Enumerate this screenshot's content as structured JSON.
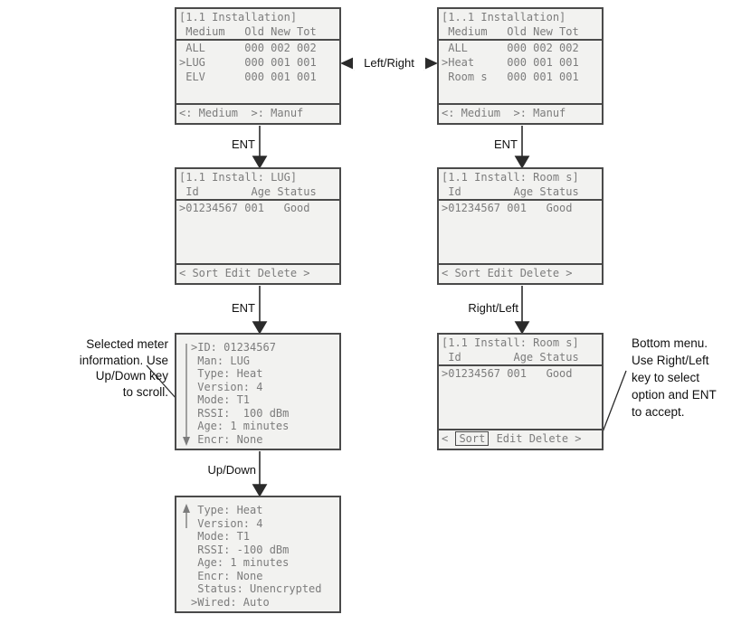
{
  "colors": {
    "screen_bg": "#f2f2f0",
    "screen_border": "#4a4a4a",
    "screen_text": "#7c7c7c",
    "connector": "#2b2b2b",
    "annotation_text": "#111111"
  },
  "connectors": {
    "left_right": "Left/Right",
    "ent_top_left": "ENT",
    "ent_top_right": "ENT",
    "ent_mid_left": "ENT",
    "right_left": "Right/Left",
    "up_down": "Up/Down"
  },
  "notes": {
    "left": "Selected meter\ninformation. Use\nUp/Down key\nto scroll.",
    "right": "Bottom menu.\nUse Right/Left\nkey to select\noption and ENT\nto accept."
  },
  "screens": {
    "installation_medium": {
      "title": "[1.1 Installation]",
      "header": " Medium   Old New Tot",
      "rows": [
        " ALL      000 002 002",
        ">LUG      000 001 001",
        " ELV      000 001 001"
      ],
      "footer": "<: Medium  >: Manuf"
    },
    "installation_manuf": {
      "title": "[1..1 Installation]",
      "header": " Medium   Old New Tot",
      "rows": [
        " ALL      000 002 002",
        ">Heat     000 001 001",
        " Room s   000 001 001"
      ],
      "footer": "<: Medium  >: Manuf"
    },
    "install_lug": {
      "title": "[1.1 Install: LUG]",
      "header": " Id        Age Status",
      "rows": [
        ">01234567 001   Good"
      ],
      "footer": "< Sort Edit Delete >"
    },
    "install_room": {
      "title": "[1.1 Install: Room s]",
      "header": " Id        Age Status",
      "rows": [
        ">01234567 001   Good"
      ],
      "footer": "< Sort Edit Delete >"
    },
    "meter_info": {
      "rows": [
        ">ID: 01234567",
        " Man: LUG",
        " Type: Heat",
        " Version: 4",
        " Mode: T1",
        " RSSI:  100 dBm",
        " Age: 1 minutes",
        " Encr: None"
      ]
    },
    "install_room_menu": {
      "title": "[1.1 Install: Room s]",
      "header": " Id        Age Status",
      "rows": [
        ">01234567 001   Good"
      ],
      "footer_open": "< ",
      "footer_selected": "Sort",
      "footer_rest": " Edit Delete >"
    },
    "meter_info_scrolled": {
      "rows": [
        " Type: Heat",
        " Version: 4",
        " Mode: T1",
        " RSSI: -100 dBm",
        " Age: 1 minutes",
        " Encr: None",
        " Status: Unencrypted",
        ">Wired: Auto"
      ]
    }
  }
}
